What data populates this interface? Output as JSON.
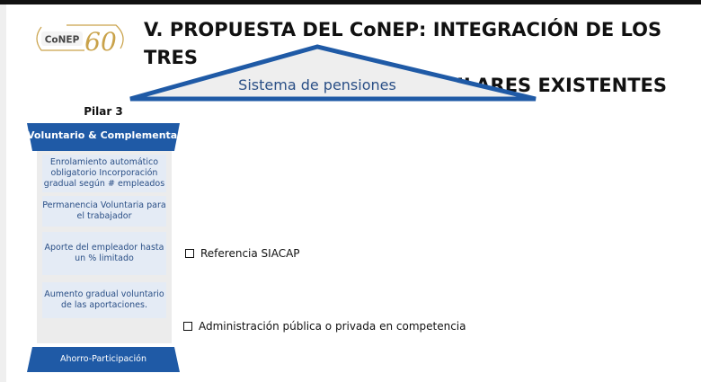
{
  "header": {
    "title_line1": "V. PROPUESTA DEL CoNEP: INTEGRACIÓN DE LOS TRES",
    "title_line2": "PILARES EXISTENTES",
    "logo_text": "CoNEP"
  },
  "roof": {
    "label": "Sistema de pensiones"
  },
  "pillar": {
    "title": "Pilar 3",
    "header": "Voluntario & Complementario",
    "items": [
      "Enrolamiento automático obligatorio Incorporación gradual  según # empleados",
      "Permanencia Voluntaria para el trabajador",
      "Aporte del empleador hasta un % limitado",
      "Aumento gradual voluntario  de las aportaciones."
    ],
    "footer": "Ahorro-Participación"
  },
  "bullets": [
    "Referencia SIACAP",
    "Administración pública o privada en competencia"
  ],
  "colors": {
    "primary_blue": "#1f5aa6",
    "roof_fill": "#eeeeee",
    "box_fill": "#e4ebf5"
  }
}
